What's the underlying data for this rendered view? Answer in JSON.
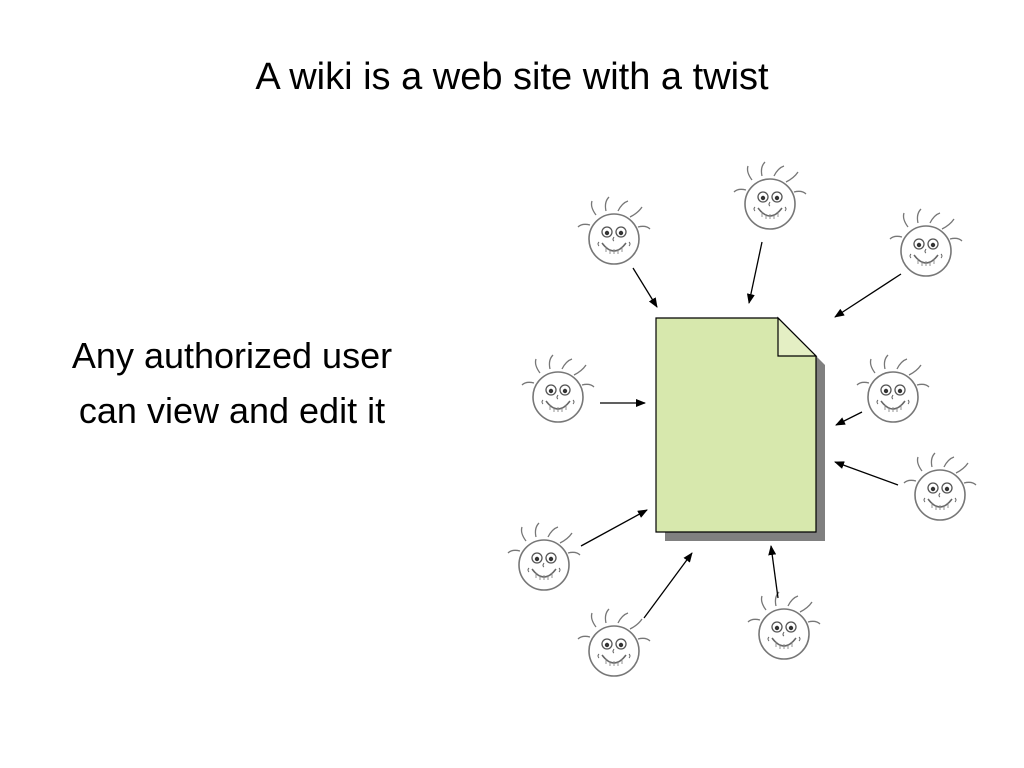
{
  "slide": {
    "title": "A wiki is a web site with a twist",
    "body": "Any authorized user can view and edit it"
  },
  "diagram": {
    "central_item": "document-page",
    "document_color": "#d7e8ad",
    "shadow_color": "#808080",
    "user_icon": "smiley-face-icon",
    "user_count": 9,
    "relation": "each user points an arrow at the shared page"
  }
}
